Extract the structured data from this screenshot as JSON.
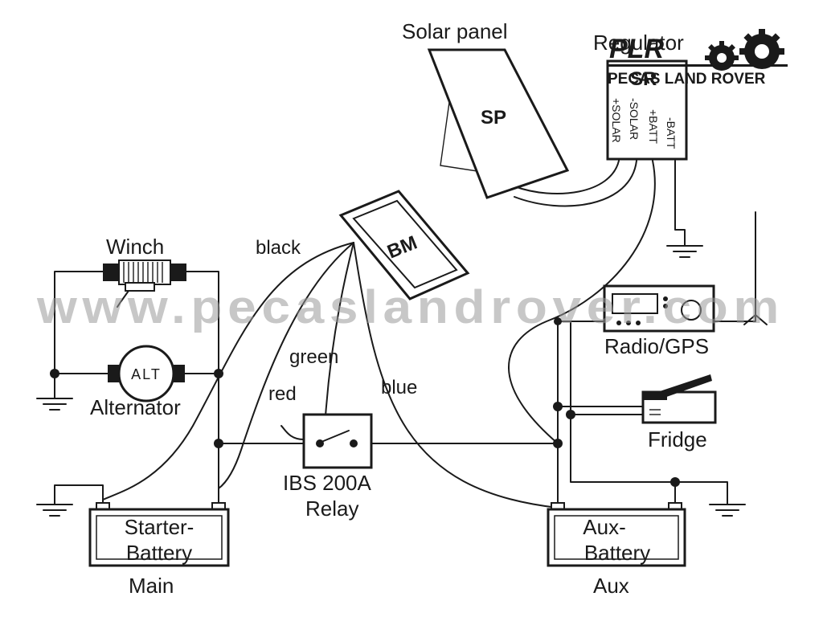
{
  "labels": {
    "solar_panel": "Solar panel",
    "regulator": "Regulator",
    "sp": "SP",
    "sr": "SR",
    "bm": "BM",
    "winch": "Winch",
    "alternator": "Alternator",
    "alt": "ALT",
    "radio_gps": "Radio/GPS",
    "fridge": "Fridge",
    "relay_line1": "IBS 200A",
    "relay_line2": "Relay",
    "starter_line1": "Starter-",
    "starter_line2": "Battery",
    "main": "Main",
    "aux_line1": "Aux-",
    "aux_line2": "Battery",
    "aux": "Aux"
  },
  "terminals": [
    "+SOLAR",
    "-SOLAR",
    "+BATT",
    "-BATT"
  ],
  "wires": {
    "black": "black",
    "green": "green",
    "red": "red",
    "blue": "blue"
  },
  "brand": {
    "logo": "PLR",
    "name": "PECAS LAND ROVER"
  },
  "watermark": "www.pecaslandrover.com"
}
